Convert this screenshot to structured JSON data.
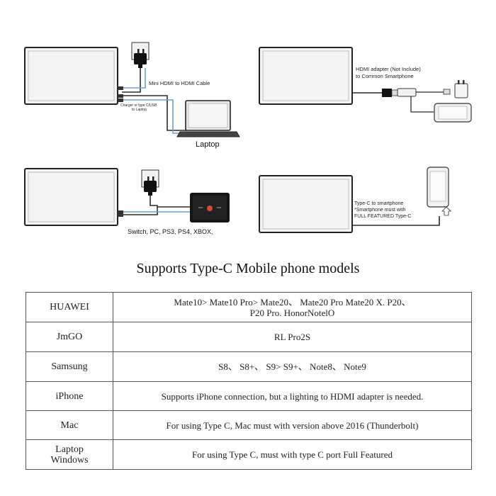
{
  "diagram": {
    "panel1": {
      "cable_label": "Mini HDMI to HDMI Cable",
      "charger_label_line1": "Charger or type C/USB",
      "charger_label_line2": "to Laptop",
      "device_label": "Laptop"
    },
    "panel2": {
      "adapter_label_line1": "HDMI adapter (Not Include)",
      "adapter_label_line2": "to Common Smartphone"
    },
    "panel3": {
      "device_label": "Switch, PC, PS3, PS4, XBOX,"
    },
    "panel4": {
      "label_line1": "Type-C to smartphone",
      "label_line2": "*Smartphone must with",
      "label_line3": "FULL FEATURED Type-C"
    }
  },
  "heading": "Supports Type-C Mobile phone models",
  "table": {
    "rows": [
      {
        "brand": "HUAWEI",
        "line1": "Mate10> Mate10 Pro> Mate20、 Mate20 Pro Mate20 X. P20、",
        "line2": "P20 Pro. HonorNotelO"
      },
      {
        "brand": "JmGO",
        "line1": "RL Pro2S"
      },
      {
        "brand": "Samsung",
        "line1": "S8、 S8+、 S9> S9+、 Note8、 Note9"
      },
      {
        "brand": "iPhone",
        "line1": "Supports iPhone connection, but a lighting to HDMI adapter is needed."
      },
      {
        "brand": "Mac",
        "line1": "For using Type C, Mac must with version above 2016 (Thunderbolt)"
      },
      {
        "brand_line1": "Laptop",
        "brand_line2": "Windows",
        "line1": "For using Type C, must with type C port Full Featured"
      }
    ]
  }
}
